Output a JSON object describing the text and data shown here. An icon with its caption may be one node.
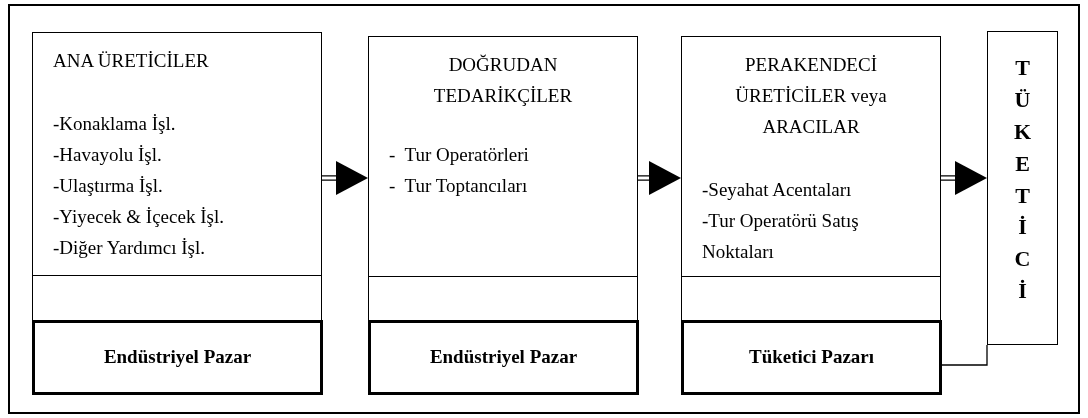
{
  "diagram": {
    "nodes": [
      {
        "text": [
          "ANA ÜRETİCİLER",
          "-Konaklama İşl.",
          "-Havayolu İşl.",
          "-Ulaştırma İşl.",
          "-Yiyecek & İçecek İşl.",
          "-Diğer Yardımcı İşl."
        ]
      },
      {
        "text": [
          "Endüstriyel Pazar"
        ],
        "in": 0
      },
      {
        "text": [
          "DOĞRUDAN TEDARİKÇİLER",
          "-  Tur Operatörleri",
          "-  Tur Toptancıları"
        ]
      },
      {
        "text": [
          "Endüstriyel Pazar"
        ],
        "in": 2
      },
      {
        "text": [
          "PERAKENDECİ ÜRETİCİLER veya ARACILAR",
          "-Seyahat Acentaları",
          "-Tur Operatörü Satış Noktaları"
        ]
      },
      {
        "text": [
          "Tüketici Pazarı"
        ],
        "in": 4
      },
      {
        "text": [
          "TÜKETİCİ"
        ]
      }
    ],
    "edges": [
      {
        "from": 0,
        "to": 2,
        "arrow": "to"
      },
      {
        "from": 2,
        "to": 4,
        "arrow": "to"
      },
      {
        "from": 4,
        "to": 6,
        "arrow": "to"
      },
      {
        "from": 5,
        "to": 6,
        "arrow": "none"
      }
    ]
  }
}
